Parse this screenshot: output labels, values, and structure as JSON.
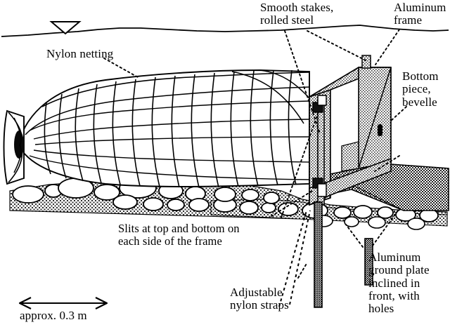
{
  "figure": {
    "type": "technical-line-diagram",
    "subject": "Stream drift net trap with aluminum frame"
  },
  "labels": {
    "smooth_stakes": "Smooth stakes,\nrolled steel",
    "aluminum_frame": "Aluminum\nframe",
    "nylon_netting": "Nylon netting",
    "bottom_piece": "Bottom\npiece,\nbevelle",
    "slits": "Slits at top and bottom on\neach side of the frame",
    "adjustable_straps": "Adjustable\nnylon straps",
    "ground_plate": "Aluminum\nground plate\ninclined in\nfront, with\nholes"
  },
  "scale": {
    "text": "approx. 0.3 m",
    "arrow": "double-headed"
  },
  "symbols": {
    "water_level": "inverted-triangle",
    "water_surface": "wavy-line"
  },
  "colors": {
    "ink": "#000000",
    "paper": "#ffffff",
    "frame_fill": "#bbbbbb",
    "plate_fill": "#555555",
    "gravel_fill": "#8a8a8a"
  }
}
